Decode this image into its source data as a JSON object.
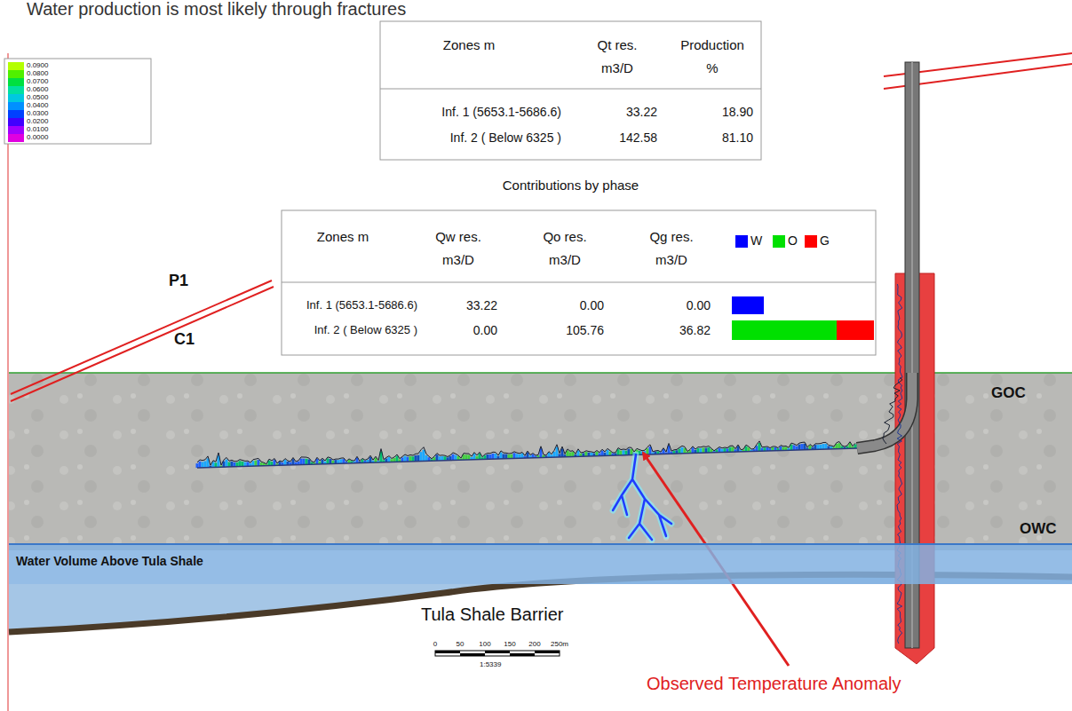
{
  "diagram": {
    "title": "Water production is most likely through fractures",
    "nodes": [
      {
        "text": [
          "Water Volume Above Tula Shale"
        ]
      }
    ],
    "labels": [
      "Zones m",
      "Qt res. m3/D",
      "Production %",
      "Inf. 1 (5653.1-5686.6)",
      "33.22",
      "18.90",
      "Inf. 2 ( Below 6325 )",
      "142.58",
      "81.10",
      "Contributions by phase",
      "Zones m",
      "Qw res. m3/D",
      "Qo res. m3/D",
      "Qg res. m3/D",
      "Inf. 1 (5653.1-5686.6)",
      "33.22",
      "0.00",
      "0.00",
      "Inf. 2 ( Below 6325 )",
      "0.00",
      "105.76",
      "36.82",
      "P1",
      "C1",
      "GOC",
      "OWC",
      "Tula Shale Barrier",
      "0",
      "50",
      "100",
      "150",
      "200",
      "250m",
      "1:5339",
      "Observed Temperature Anomaly"
    ],
    "legend": [
      {
        "text": "W",
        "color": "#0000ff"
      },
      {
        "text": "O",
        "color": "#00e000"
      },
      {
        "text": "G",
        "color": "#ff0000"
      },
      {
        "text": "0.0900",
        "color": "#b4ff00"
      },
      {
        "text": "0.0800",
        "color": "#50f000"
      },
      {
        "text": "0.0700",
        "color": "#00e040"
      },
      {
        "text": "0.0600",
        "color": "#00e0a0"
      },
      {
        "text": "0.0500",
        "color": "#00c8e0"
      },
      {
        "text": "0.0400",
        "color": "#0090ff"
      },
      {
        "text": "0.0300",
        "color": "#0040ff"
      },
      {
        "text": "0.0200",
        "color": "#4000ff"
      },
      {
        "text": "0.0100",
        "color": "#a000ff"
      },
      {
        "text": "0.0000",
        "color": "#e000e0"
      }
    ]
  }
}
